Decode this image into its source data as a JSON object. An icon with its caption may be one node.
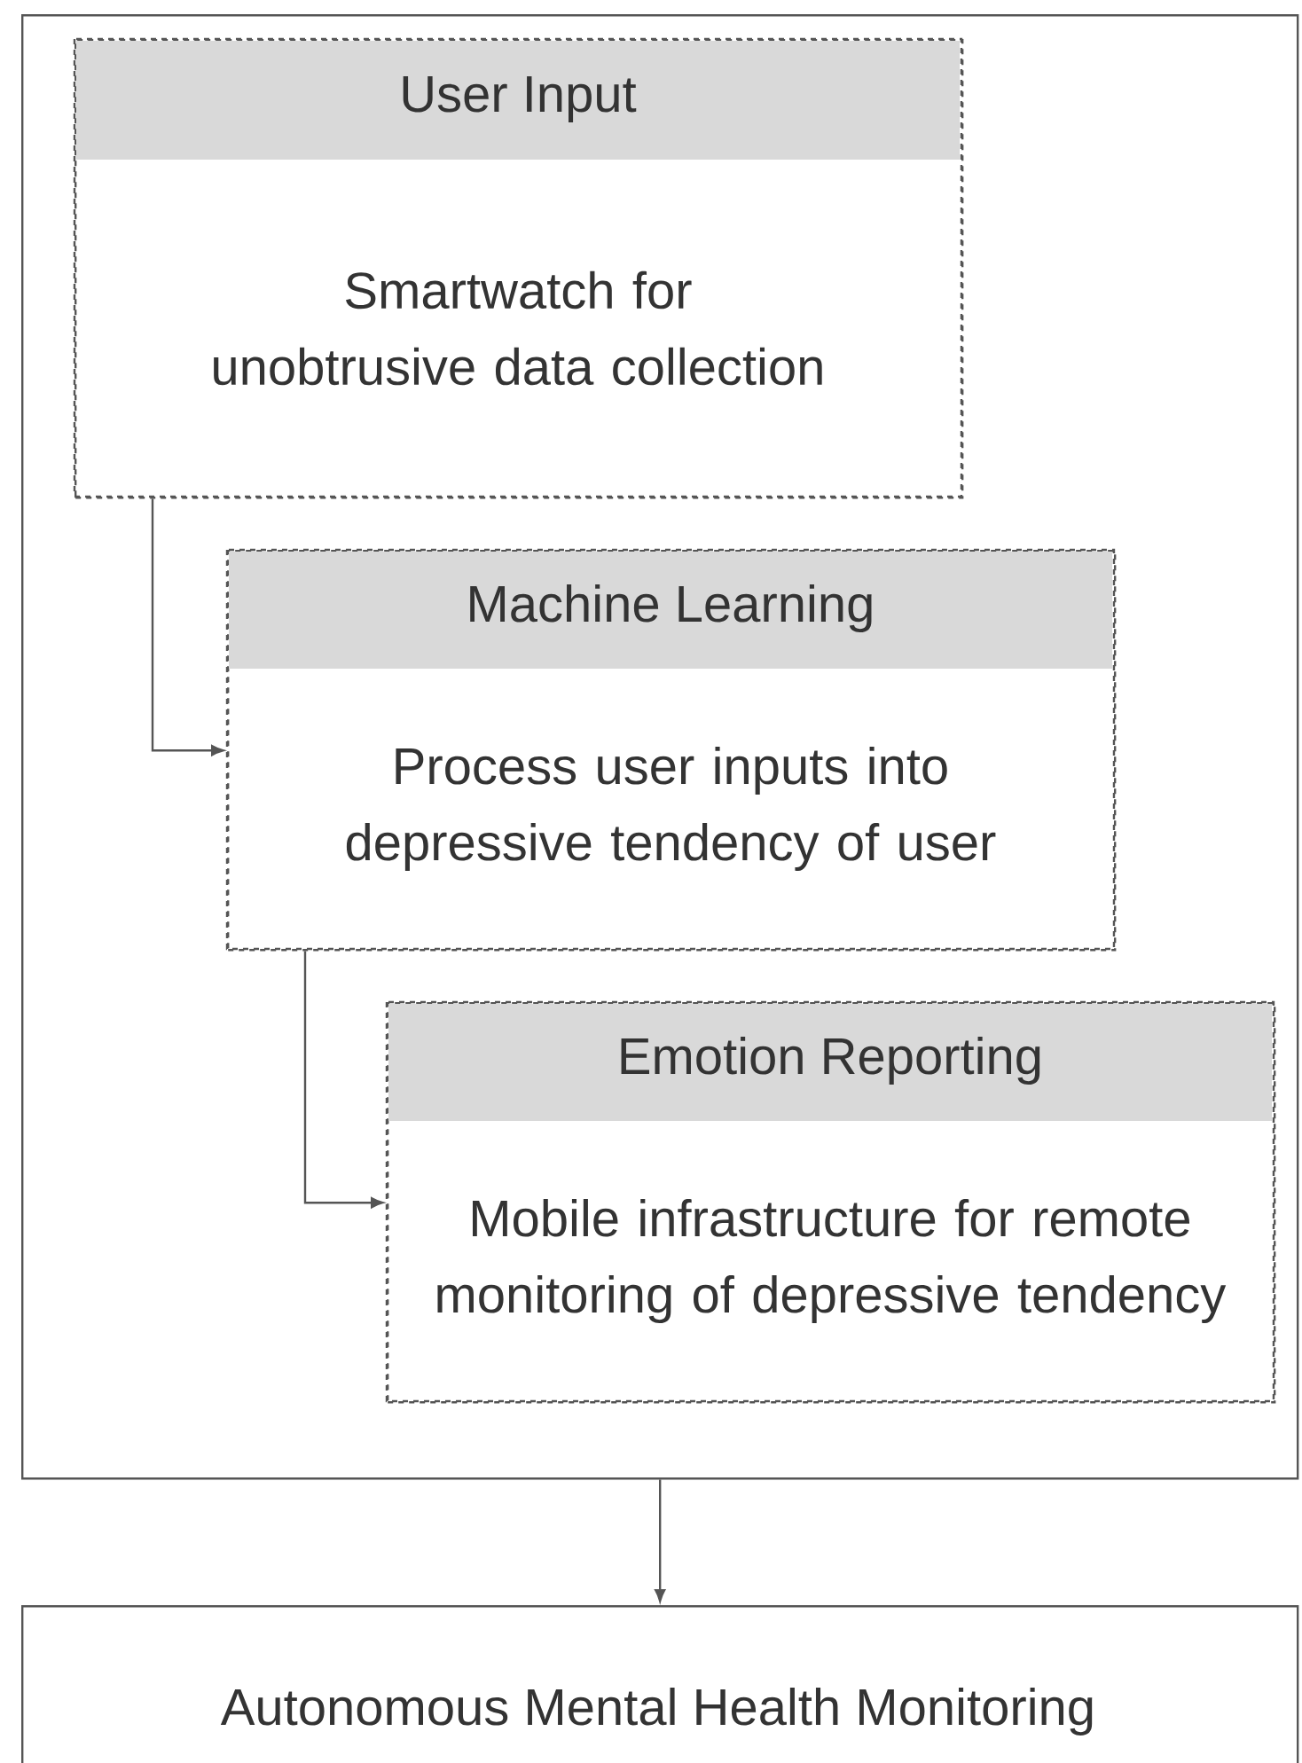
{
  "diagram": {
    "nodes": [
      {
        "text": [],
        "shape": "box"
      },
      {
        "text": [
          "User Input",
          "Smartwatch for unobtrusive data collection"
        ],
        "in": 0
      },
      {
        "text": [
          "Machine Learning",
          "Process user inputs into depressive tendency of user"
        ],
        "in": 0
      },
      {
        "text": [
          "Emotion Reporting",
          "Mobile infrastructure for remote monitoring of depressive tendency"
        ],
        "in": 0
      },
      {
        "text": [
          "Autonomous Mental Health Monitoring"
        ]
      }
    ],
    "edges": [
      {
        "from": 1,
        "to": 2,
        "arrow": "to"
      },
      {
        "from": 2,
        "to": 3,
        "arrow": "to"
      },
      {
        "from": 0,
        "to": 4,
        "arrow": "to"
      }
    ]
  }
}
